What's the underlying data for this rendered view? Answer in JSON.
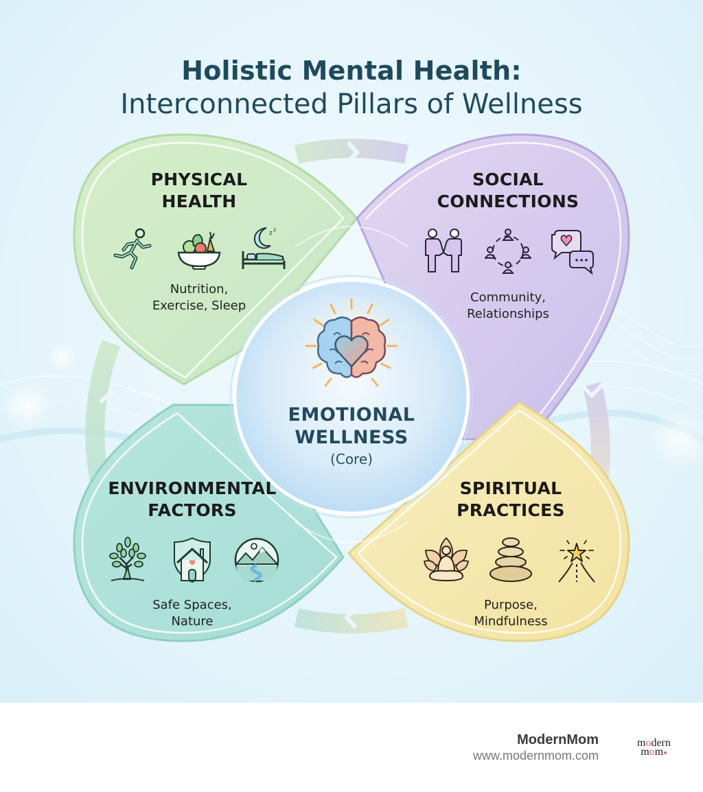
{
  "title": {
    "line1": "Holistic Mental Health:",
    "line2": "Interconnected Pillars of Wellness"
  },
  "colors": {
    "title": "#1f4a5e",
    "physical": "#cfe9c4",
    "social": "#d6c8ee",
    "environmental": "#a9e2d8",
    "spiritual": "#f6e8a8",
    "core": "#d4e9f8",
    "cycle_arrow": "#c9d9dc"
  },
  "core": {
    "icon": "brain-heart-icon",
    "title_line1": "EMOTIONAL",
    "title_line2": "WELLNESS",
    "subtitle": "(Core)"
  },
  "pillars": [
    {
      "id": "physical",
      "title_line1": "PHYSICAL",
      "title_line2": "HEALTH",
      "icons": [
        "running-person-icon",
        "fruit-bowl-icon",
        "moon-bed-icon"
      ],
      "desc_line1": "Nutrition,",
      "desc_line2": "Exercise, Sleep"
    },
    {
      "id": "social",
      "title_line1": "SOCIAL",
      "title_line2": "CONNECTIONS",
      "icons": [
        "holding-hands-icon",
        "community-circle-icon",
        "chat-heart-icon"
      ],
      "desc_line1": "Community,",
      "desc_line2": "Relationships"
    },
    {
      "id": "environmental",
      "title_line1": "ENVIRONMENTAL",
      "title_line2": "FACTORS",
      "icons": [
        "tree-icon",
        "house-shield-icon",
        "landscape-icon"
      ],
      "desc_line1": "Safe Spaces,",
      "desc_line2": "Nature"
    },
    {
      "id": "spiritual",
      "title_line1": "SPIRITUAL",
      "title_line2": "PRACTICES",
      "icons": [
        "meditation-lotus-icon",
        "stacked-stones-icon",
        "star-path-icon"
      ],
      "desc_line1": "Purpose,",
      "desc_line2": "Mindfulness"
    }
  ],
  "footer": {
    "brand_name": "ModernMom",
    "url": "www.modernmom.com",
    "logo_line1_a": "m",
    "logo_line1_o": "o",
    "logo_line1_b": "dern",
    "logo_line2_a": "m",
    "logo_line2_o": "o",
    "logo_line2_b": "m"
  }
}
